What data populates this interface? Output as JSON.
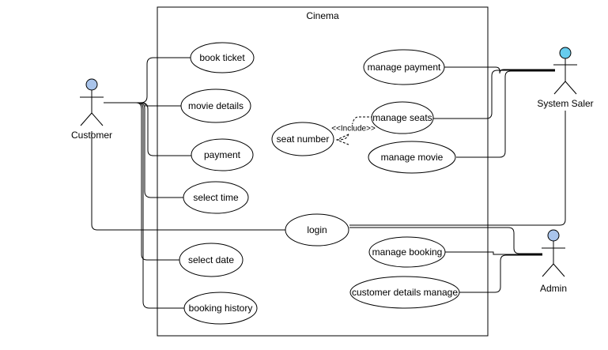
{
  "system": {
    "title": "Cinema"
  },
  "actors": {
    "customer": {
      "label": "Customer",
      "head_color": "#a9c4eb"
    },
    "system_saler": {
      "label": "System Saler",
      "head_color": "#66ccee"
    },
    "admin": {
      "label": "Admin",
      "head_color": "#a9c4eb"
    }
  },
  "use_cases": {
    "book_ticket": "book ticket",
    "movie_details": "movie details",
    "payment": "payment",
    "select_time": "select time",
    "select_date": "select date",
    "booking_history": "booking history",
    "seat_number": "seat number",
    "login": "login",
    "manage_payment": "manage payment",
    "manage_seats": "manage seats",
    "manage_movie": "manage movie",
    "manage_booking": "manage booking",
    "customer_details_manage": "customer details manage"
  },
  "relations": {
    "include_label": "<<Include>>"
  }
}
